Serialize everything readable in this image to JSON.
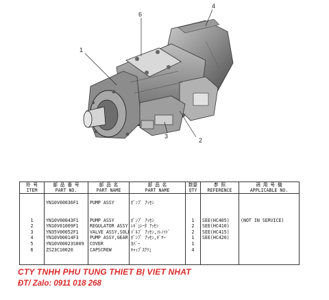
{
  "diagram": {
    "callouts": [
      "1",
      "2",
      "3",
      "4",
      "6"
    ]
  },
  "table": {
    "headers": {
      "item_jp": "符 号",
      "item": "ITEM",
      "part_no_jp": "部 品 番 号",
      "part_no": "PART NO.",
      "part_name_jp": "部 品 名",
      "part_name": "PART NAME",
      "part_name2_jp": "部 品 名",
      "part_name2": "PART NAME",
      "qty_jp": "数量",
      "qty": "QTY",
      "ref_jp": "参 照",
      "ref": "REFERENCE",
      "app_jp": "適 用 号 機",
      "app": "APPLICABLE NO."
    },
    "rows": [
      {
        "item": "",
        "part_no": "",
        "part_name": "",
        "part_name_jp": "",
        "qty": "",
        "ref": "",
        "app": ""
      },
      {
        "item": "",
        "part_no": "YN10V00036F1",
        "part_name": "PUMP ASSY",
        "part_name_jp": "ﾎﾟﾝﾌﾟ ｱｯｾﾝ",
        "qty": "",
        "ref": "",
        "app": ""
      },
      {
        "item": "",
        "part_no": "",
        "part_name": "",
        "part_name_jp": "",
        "qty": "",
        "ref": "",
        "app": ""
      },
      {
        "item": "",
        "part_no": "",
        "part_name": "",
        "part_name_jp": "",
        "qty": "",
        "ref": "",
        "app": ""
      },
      {
        "item": "1",
        "part_no": "YN10V00043F1",
        "part_name": "PUMP ASSY",
        "part_name_jp": "ﾎﾟﾝﾌﾟ ｱｯｾﾝ",
        "qty": "1",
        "ref": "SEE(HC405)",
        "app": "(NOT IN SERVICE)"
      },
      {
        "item": "2",
        "part_no": "YN10V01009F1",
        "part_name": "REGULATOR ASSY",
        "part_name_jp": "ﾚｷﾞｭﾚｰﾀ ｱｯｾﾝ",
        "qty": "2",
        "ref": "SEE(HC410)",
        "app": ""
      },
      {
        "item": "3",
        "part_no": "YN35V00052F1",
        "part_name": "VALVE ASSY,SOLENOID",
        "part_name_jp": "ﾊﾞﾙﾌﾞ ｱｯｾﾝ,ｿﾚﾉｲﾄﾞ",
        "qty": "2",
        "ref": "SEE(HC415)",
        "app": ""
      },
      {
        "item": "4",
        "part_no": "YN10V00014F3",
        "part_name": "PUMP ASSY,GEAR",
        "part_name_jp": "ﾎﾟﾝﾌﾟ ｱｯｾﾝ,ｷﾞﾔｰ",
        "qty": "1",
        "ref": "SEE(HC420)",
        "app": ""
      },
      {
        "item": "5",
        "part_no": "YN10V00023S009",
        "part_name": "COVER",
        "part_name_jp": "ｶﾊﾞｰ",
        "qty": "1",
        "ref": "",
        "app": ""
      },
      {
        "item": "6",
        "part_no": "ZS23C10020",
        "part_name": "CAPSCREW",
        "part_name_jp": "ｷｬｯﾌﾟｽｸﾘｭ",
        "qty": "4",
        "ref": "",
        "app": ""
      },
      {
        "item": "",
        "part_no": "",
        "part_name": "",
        "part_name_jp": "",
        "qty": "",
        "ref": "",
        "app": ""
      },
      {
        "item": "",
        "part_no": "",
        "part_name": "",
        "part_name_jp": "",
        "qty": "",
        "ref": "",
        "app": ""
      }
    ]
  },
  "footer": {
    "company": "CTY TNHH PHU TUNG THIET BỊ VIET NHAT",
    "contact": "ĐT/ Zalo: 0911 018 268"
  },
  "colors": {
    "footer_text": "#d92a2a",
    "line": "#333333"
  }
}
